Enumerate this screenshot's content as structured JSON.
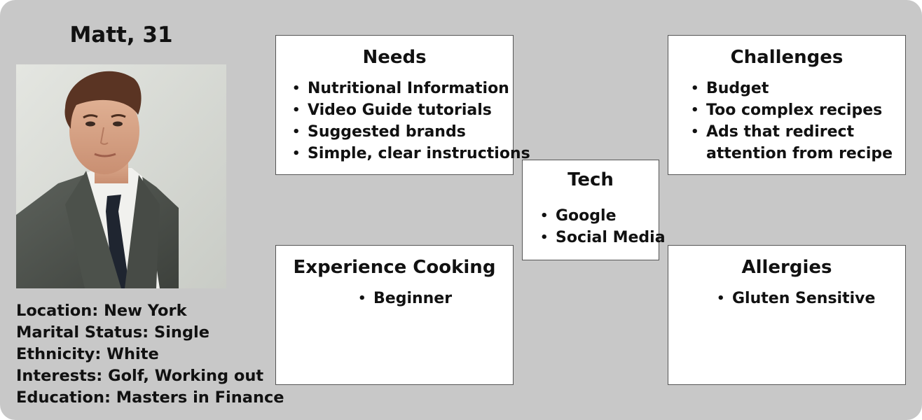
{
  "persona": {
    "name": "Matt, 31",
    "details": [
      "Location: New York",
      "Marital Status: Single",
      "Ethnicity: White",
      "Interests: Golf, Working out",
      "Education: Masters in Finance"
    ]
  },
  "cards": {
    "needs": {
      "title": "Needs",
      "items": [
        "Nutritional Information",
        "Video Guide tutorials",
        "Suggested brands",
        "Simple, clear instructions"
      ]
    },
    "challenges": {
      "title": "Challenges",
      "items": [
        "Budget",
        "Too complex recipes",
        "Ads that redirect attention from recipe"
      ]
    },
    "tech": {
      "title": "Tech",
      "items": [
        "Google",
        "Social Media"
      ]
    },
    "experience": {
      "title": "Experience Cooking",
      "items": [
        "Beginner"
      ]
    },
    "allergies": {
      "title": "Allergies",
      "items": [
        "Gluten Sensitive"
      ]
    }
  },
  "colors": {
    "background": "#c8c8c8",
    "card": "#ffffff",
    "text": "#111111"
  }
}
